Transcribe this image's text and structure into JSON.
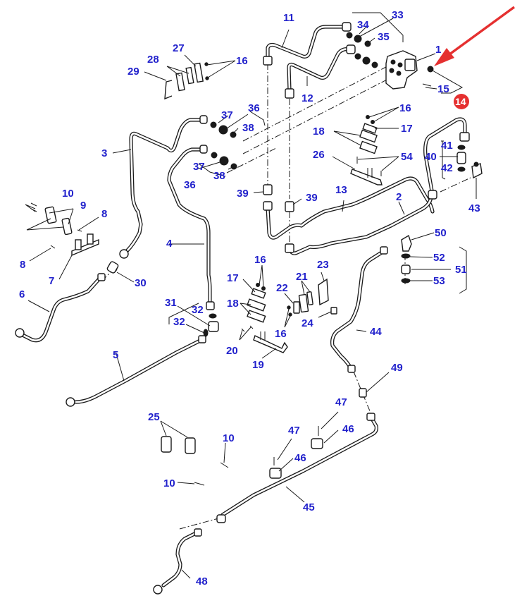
{
  "diagram": {
    "type": "exploded-parts-diagram",
    "subject": "hydraulic pipe assembly",
    "label_color": "#2222cc",
    "highlight_color": "#e53030",
    "highlighted_callout": "14",
    "callouts": {
      "c1": "1",
      "c2": "2",
      "c3": "3",
      "c4": "4",
      "c5": "5",
      "c6": "6",
      "c7": "7",
      "c8a": "8",
      "c8b": "8",
      "c9": "9",
      "c10a": "10",
      "c10b": "10",
      "c10c": "10",
      "c11": "11",
      "c12": "12",
      "c13": "13",
      "c14": "14",
      "c15": "15",
      "c16a": "16",
      "c16b": "16",
      "c16c": "16",
      "c16d": "16",
      "c17a": "17",
      "c17b": "17",
      "c18a": "18",
      "c18b": "18",
      "c19": "19",
      "c20": "20",
      "c21": "21",
      "c22": "22",
      "c23": "23",
      "c24": "24",
      "c25": "25",
      "c26": "26",
      "c27": "27",
      "c28": "28",
      "c29": "29",
      "c30": "30",
      "c31": "31",
      "c32a": "32",
      "c32b": "32",
      "c33": "33",
      "c34": "34",
      "c35": "35",
      "c36a": "36",
      "c36b": "36",
      "c37a": "37",
      "c37b": "37",
      "c38a": "38",
      "c38b": "38",
      "c39a": "39",
      "c39b": "39",
      "c40": "40",
      "c41": "41",
      "c42": "42",
      "c43": "43",
      "c44": "44",
      "c45": "45",
      "c46a": "46",
      "c46b": "46",
      "c47a": "47",
      "c47b": "47",
      "c48": "48",
      "c49": "49",
      "c50": "50",
      "c51": "51",
      "c52": "52",
      "c53": "53",
      "c54": "54"
    }
  }
}
